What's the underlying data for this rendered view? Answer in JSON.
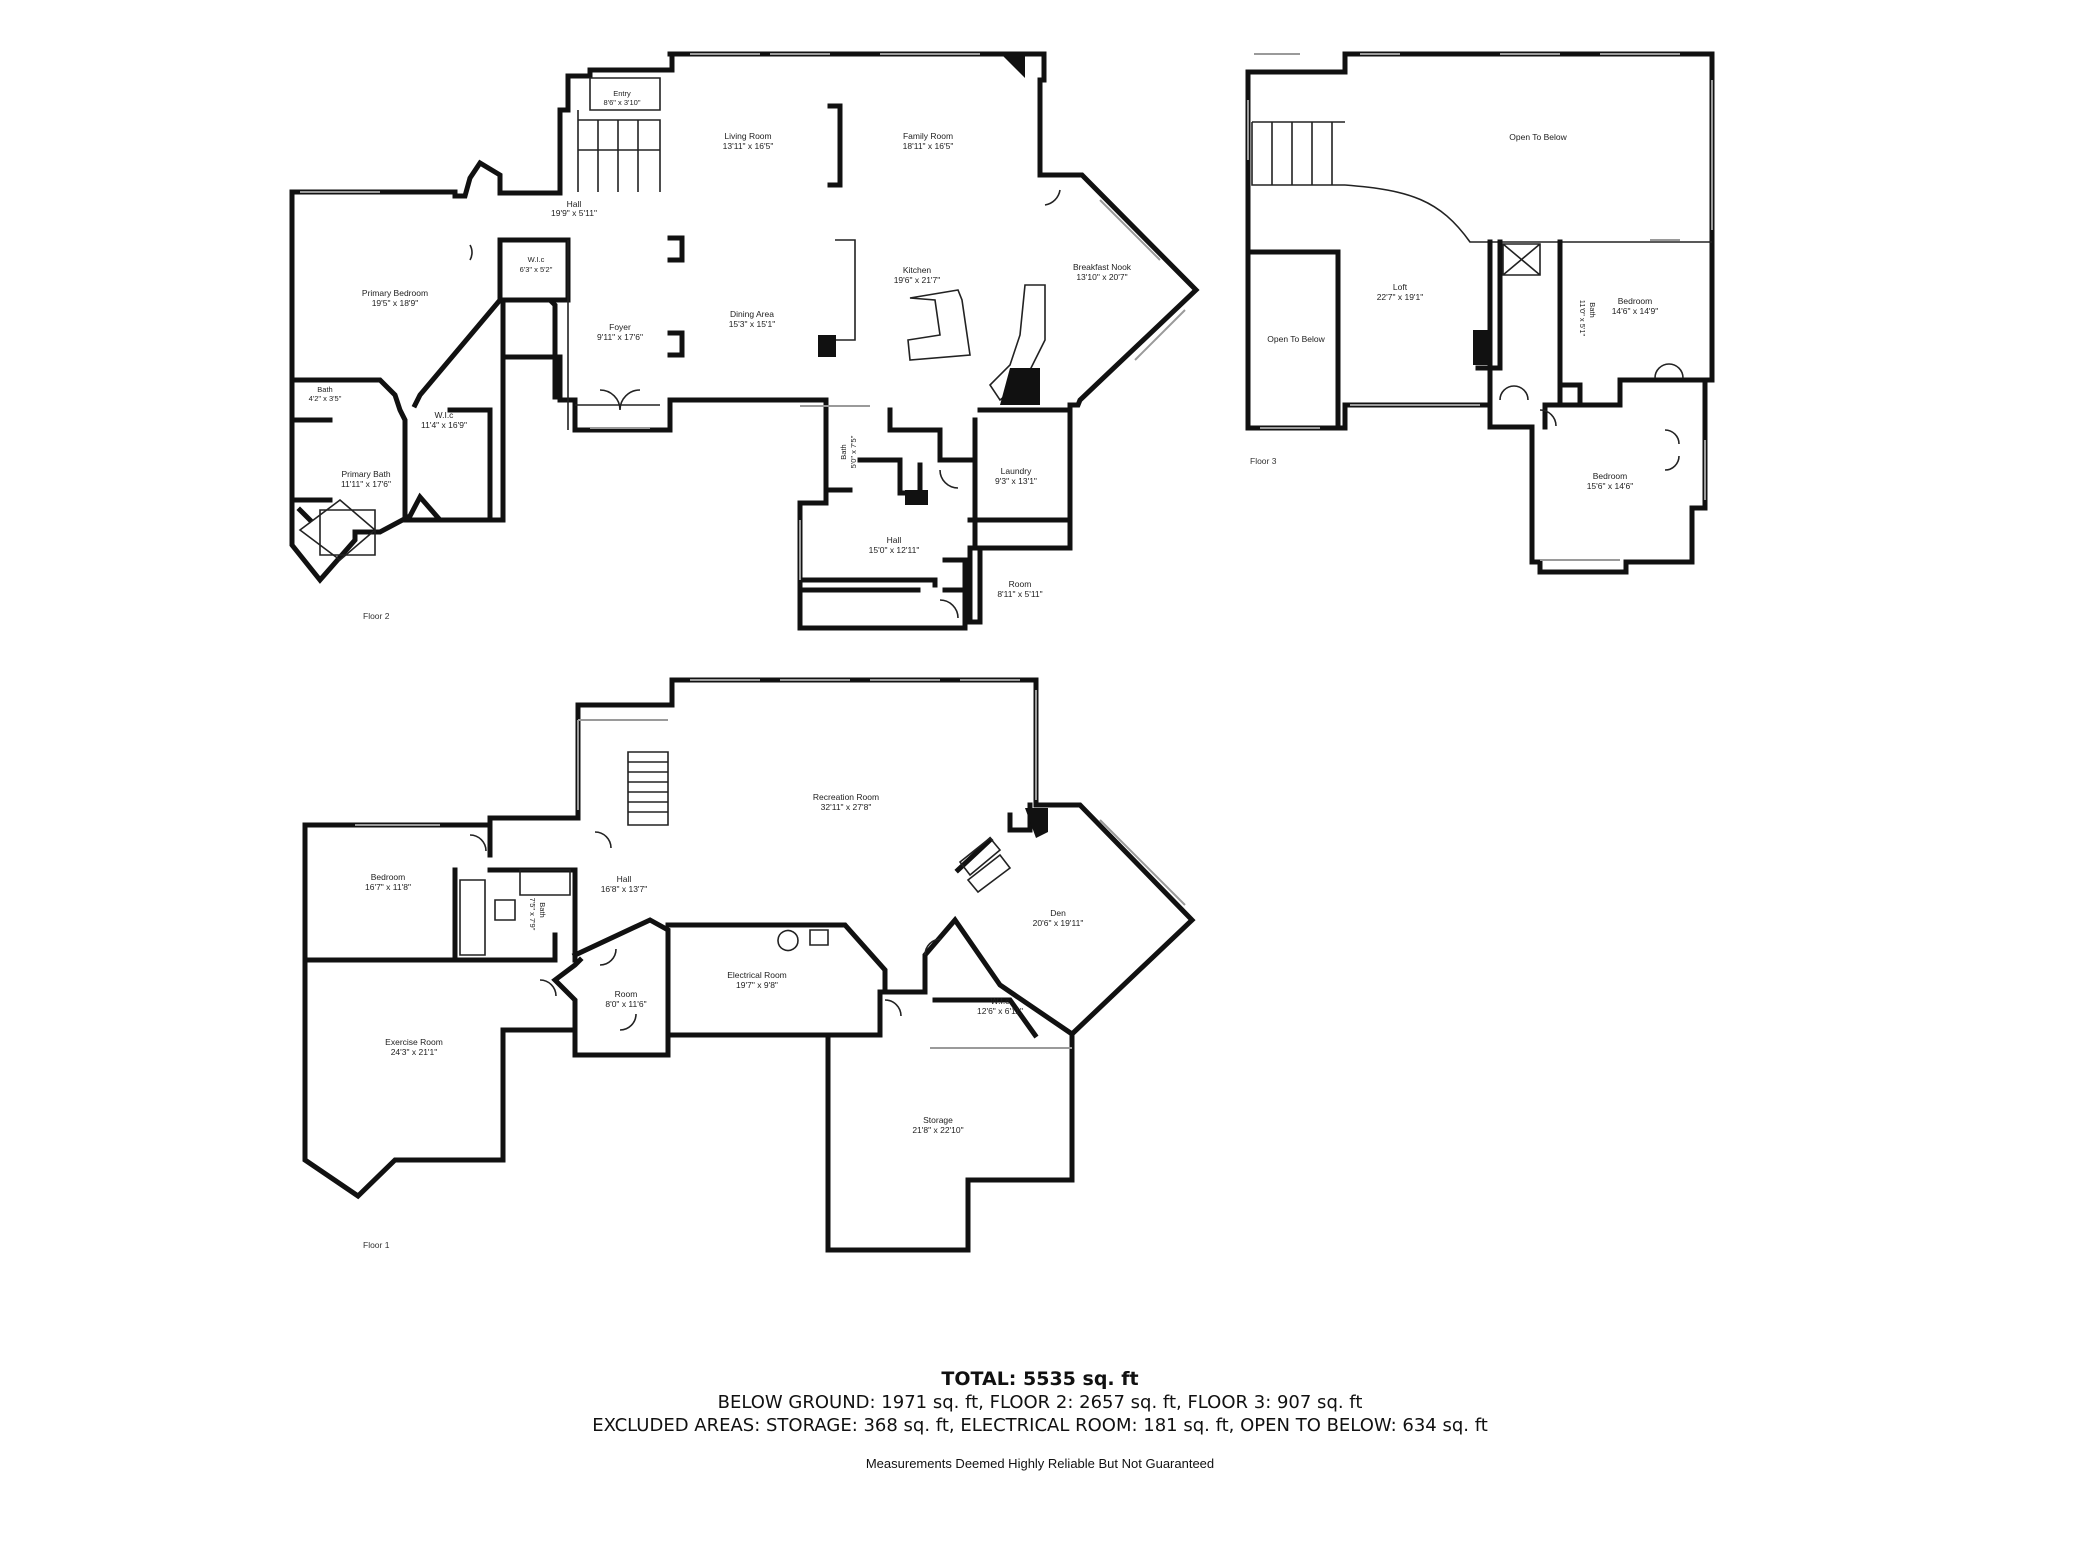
{
  "floors": [
    {
      "label": "Floor 2",
      "rooms": [
        {
          "name": "Entry",
          "dims": "8'6\" x 3'10\""
        },
        {
          "name": "Living Room",
          "dims": "13'11\" x 16'5\""
        },
        {
          "name": "Family Room",
          "dims": "18'11\" x 16'5\""
        },
        {
          "name": "Hall",
          "dims": "19'9\" x 5'11\""
        },
        {
          "name": "Primary Bedroom",
          "dims": "19'5\" x 18'9\""
        },
        {
          "name": "W.I.c",
          "dims": "6'3\" x 5'2\""
        },
        {
          "name": "Kitchen",
          "dims": "19'6\" x 21'7\""
        },
        {
          "name": "Breakfast Nook",
          "dims": "13'10\" x 20'7\""
        },
        {
          "name": "Foyer",
          "dims": "9'11\" x 17'6\""
        },
        {
          "name": "Dining Area",
          "dims": "15'3\" x 15'1\""
        },
        {
          "name": "Bath",
          "dims": "4'2\" x 3'5\""
        },
        {
          "name": "W.I.c",
          "dims": "11'4\" x 16'9\""
        },
        {
          "name": "Primary Bath",
          "dims": "11'11\" x 17'6\""
        },
        {
          "name": "Bath",
          "dims": "5'0\" x 7'5\""
        },
        {
          "name": "Laundry",
          "dims": "9'3\" x 13'1\""
        },
        {
          "name": "Hall",
          "dims": "15'0\" x 12'11\""
        },
        {
          "name": "Room",
          "dims": "8'11\" x 5'11\""
        }
      ]
    },
    {
      "label": "Floor 3",
      "rooms": [
        {
          "name": "Open To Below",
          "dims": ""
        },
        {
          "name": "Loft",
          "dims": "22'7\" x 19'1\""
        },
        {
          "name": "Bath",
          "dims": "11'0\" x 5'1\""
        },
        {
          "name": "Bedroom",
          "dims": "14'6\" x 14'9\""
        },
        {
          "name": "Open To Below",
          "dims": ""
        },
        {
          "name": "Bedroom",
          "dims": "15'6\" x 14'6\""
        }
      ]
    },
    {
      "label": "Floor 1",
      "rooms": [
        {
          "name": "Recreation Room",
          "dims": "32'11\" x 27'8\""
        },
        {
          "name": "Bedroom",
          "dims": "16'7\" x 11'8\""
        },
        {
          "name": "Hall",
          "dims": "16'8\" x 13'7\""
        },
        {
          "name": "Bath",
          "dims": "7'5\" x 7'9\""
        },
        {
          "name": "Den",
          "dims": "20'6\" x 19'11\""
        },
        {
          "name": "Electrical Room",
          "dims": "19'7\" x 9'8\""
        },
        {
          "name": "Room",
          "dims": "8'0\" x 11'6\""
        },
        {
          "name": "W.I.c",
          "dims": "12'6\" x 6'11\""
        },
        {
          "name": "Exercise Room",
          "dims": "24'3\" x 21'1\""
        },
        {
          "name": "Storage",
          "dims": "21'8\" x 22'10\""
        }
      ]
    }
  ],
  "summary": {
    "total": "TOTAL: 5535 sq. ft",
    "below_ground": "BELOW GROUND: 1971 sq. ft, FLOOR 2: 2657 sq. ft, FLOOR 3: 907 sq. ft",
    "excluded": "EXCLUDED AREAS: STORAGE: 368 sq. ft, ELECTRICAL ROOM: 181 sq. ft, OPEN TO BELOW: 634 sq. ft",
    "disclaimer": "Measurements Deemed Highly Reliable But Not Guaranteed"
  }
}
